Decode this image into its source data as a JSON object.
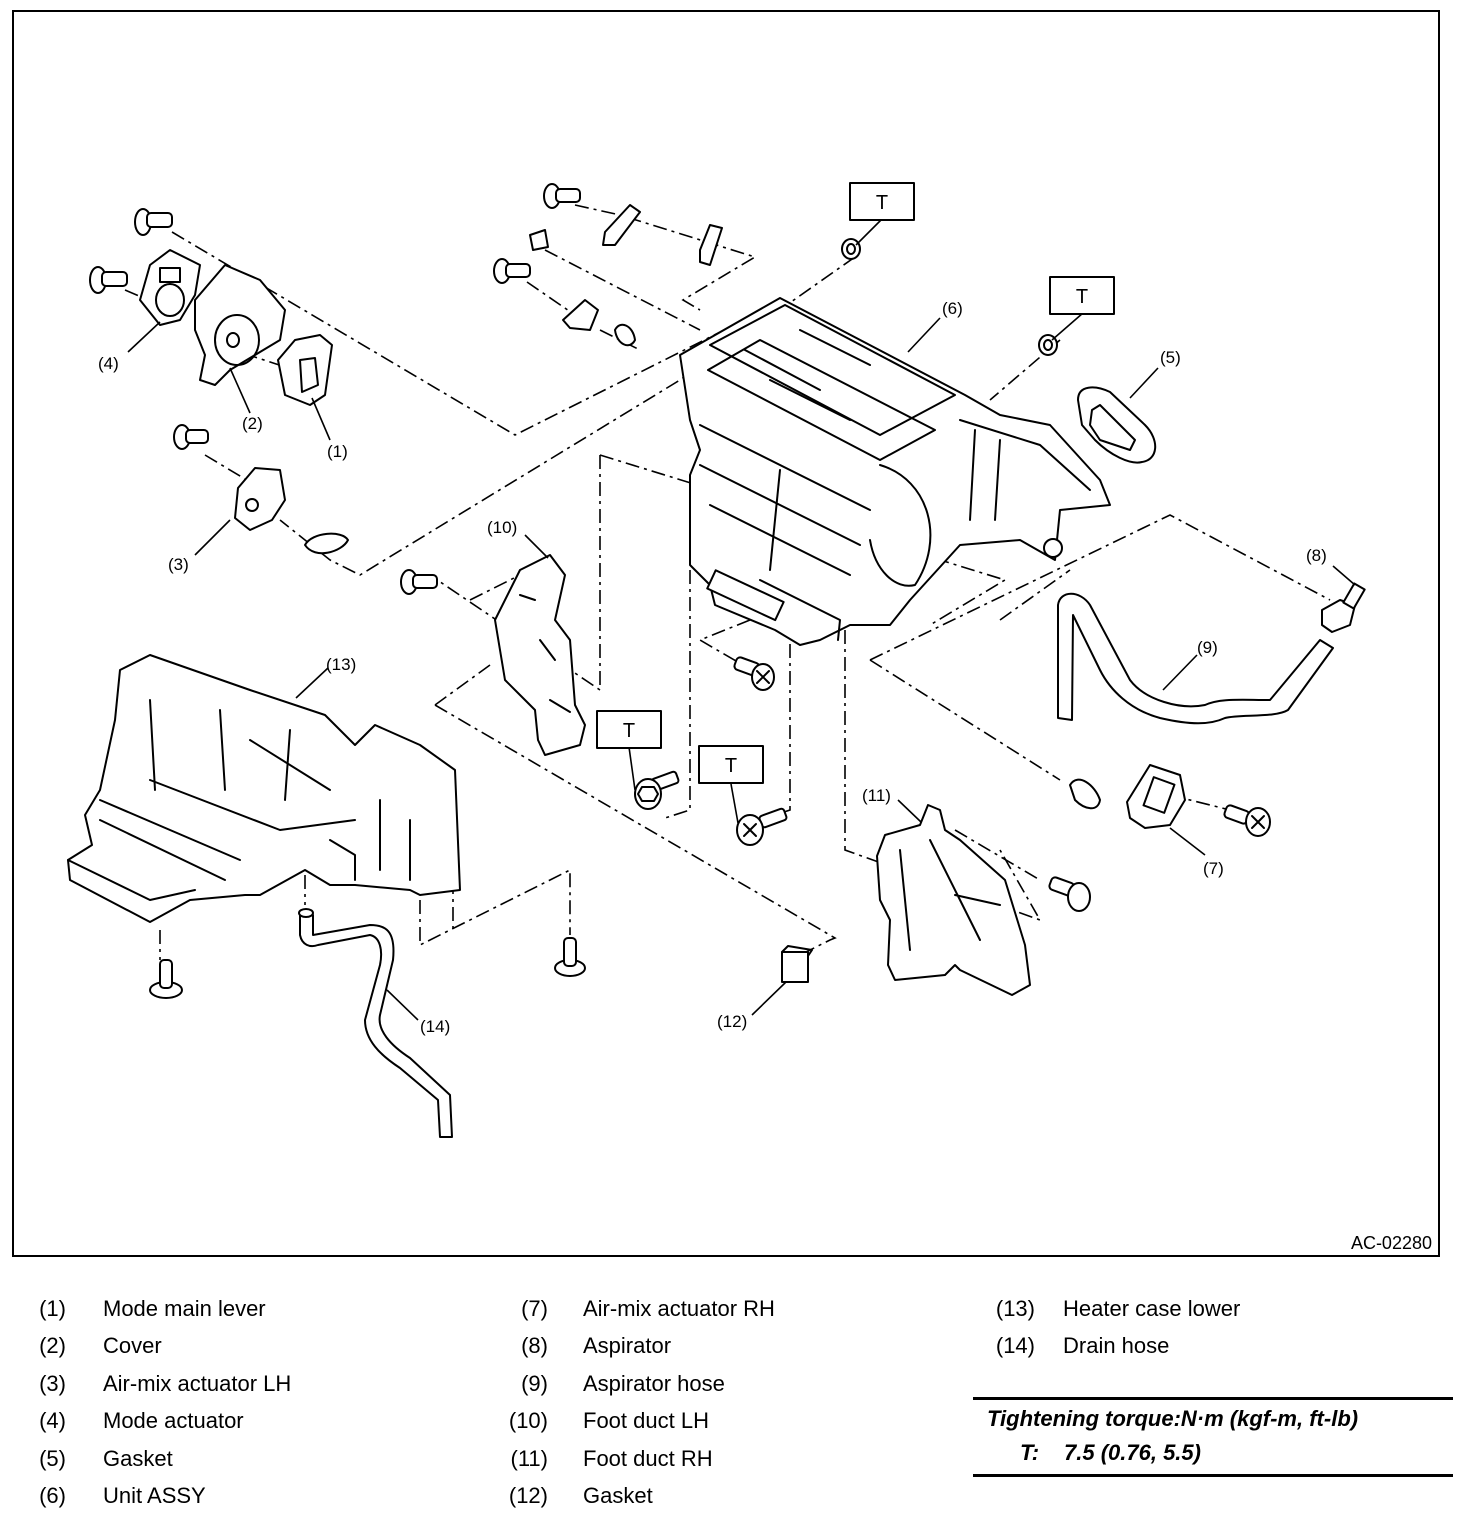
{
  "figure": {
    "id": "AC-02280",
    "torque_marker": "T"
  },
  "callouts": [
    "(1)",
    "(2)",
    "(3)",
    "(4)",
    "(5)",
    "(6)",
    "(7)",
    "(8)",
    "(9)",
    "(10)",
    "(11)",
    "(12)",
    "(13)",
    "(14)"
  ],
  "legend": {
    "items": [
      {
        "num": "(1)",
        "label": "Mode main lever"
      },
      {
        "num": "(2)",
        "label": "Cover"
      },
      {
        "num": "(3)",
        "label": "Air-mix actuator LH"
      },
      {
        "num": "(4)",
        "label": "Mode actuator"
      },
      {
        "num": "(5)",
        "label": "Gasket"
      },
      {
        "num": "(6)",
        "label": "Unit ASSY"
      },
      {
        "num": "(7)",
        "label": "Air-mix actuator RH"
      },
      {
        "num": "(8)",
        "label": "Aspirator"
      },
      {
        "num": "(9)",
        "label": "Aspirator hose"
      },
      {
        "num": "(10)",
        "label": "Foot duct LH"
      },
      {
        "num": "(11)",
        "label": "Foot duct RH"
      },
      {
        "num": "(12)",
        "label": "Gasket"
      },
      {
        "num": "(13)",
        "label": "Heater case lower"
      },
      {
        "num": "(14)",
        "label": "Drain hose"
      }
    ]
  },
  "torque": {
    "heading": "Tightening torque:N·m (kgf-m, ft-lb)",
    "key": "T:",
    "value": "7.5 (0.76, 5.5)"
  }
}
